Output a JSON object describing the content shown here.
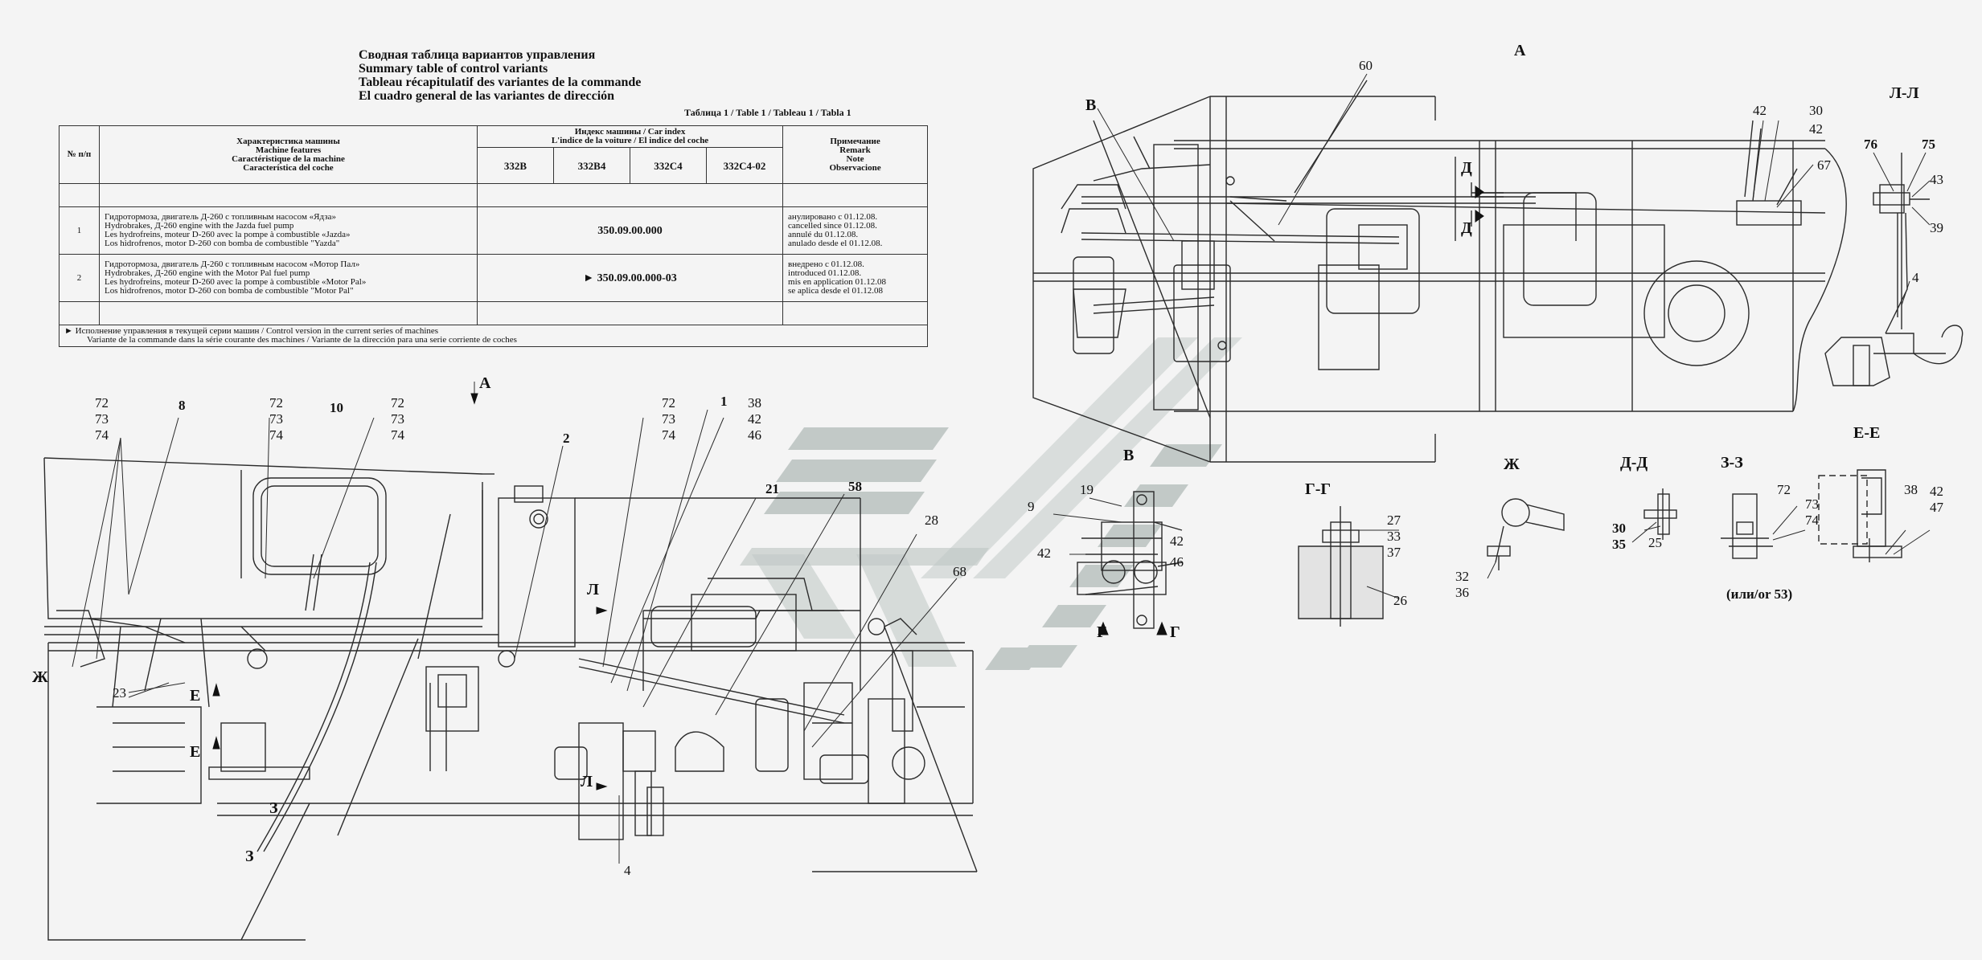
{
  "heading": {
    "ru": "Сводная таблица вариантов управления",
    "en": "Summary table of control variants",
    "fr": "Tableau récapitulatif des variantes de la commande",
    "es": "El cuadro general de las variantes de dirección"
  },
  "table_number": "Таблица 1 / Table 1 / Tableau 1 / Tabla 1",
  "table": {
    "col_no": "№ п/п",
    "col_features": [
      "Характеристика машины",
      "Machine features",
      "Caractéristique de la machine",
      "Característica del coche"
    ],
    "col_index": [
      "Индекс машины / Car index",
      "L'indice de la voiture / El indice del coche"
    ],
    "col_remark": [
      "Примечание",
      "Remark",
      "Note",
      "Observacione"
    ],
    "models": [
      "332В",
      "332В4",
      "332С4",
      "332С4-02"
    ],
    "rows": [
      {
        "no": "1",
        "features": [
          "Гидротормоза, двигатель Д-260 с топливным насосом «Ядза»",
          "Hydrobrakes, Д-260 engine with the Jazda fuel pump",
          "Les hydrofreins, moteur D-260 avec la pompe à combustible «Jazda»",
          "Los hidrofrenos, motor D-260 con bomba de combustible \"Yazda\""
        ],
        "index": "350.09.00.000",
        "remark": [
          "анулировано с  01.12.08.",
          "cancelled since 01.12.08.",
          "annulé du  01.12.08.",
          "anulado  desde el  01.12.08."
        ]
      },
      {
        "no": "2",
        "features": [
          "Гидротормоза, двигатель Д-260 с топливным насосом «Мотор Пал»",
          "Hydrobrakes, Д-260 engine with the Motor Pal fuel pump",
          "Les hydrofreins, moteur D-260 avec la pompe à combustible «Motor Pal»",
          "Los hidrofrenos, motor D-260 con bomba de combustible \"Motor Pal\""
        ],
        "index": "► 350.09.00.000-03",
        "remark": [
          "внедрено с  01.12.08.",
          "introduced 01.12.08.",
          "mis en application 01.12.08",
          "se aplica desde el 01.12.08"
        ]
      }
    ],
    "note": [
      "► Исполнение управления  в текущей серии машин  /  Control version in the current series of machines",
      "Variante de la commande dans la série courante des machines  /  Variante de la dirección para una serie corriente de coches"
    ]
  },
  "views": {
    "a_top": "А",
    "a_side": "А",
    "b_marker": "В",
    "b_view": "В",
    "dd_upper": "Д",
    "dd_lower": "Д",
    "ll": "Л-Л",
    "gg": "Г-Г",
    "zh": "Ж",
    "dd": "Д-Д",
    "zz": "З-З",
    "ee": "Е-Е",
    "l_upper": "Л",
    "l_lower": "Л",
    "g_left": "Г",
    "g_right": "Г",
    "e_upper": "Е",
    "e_lower": "Е",
    "z_upper": "З",
    "z_lower": "З",
    "zh_left": "Ж"
  },
  "callouts": {
    "c60": "60",
    "c42a": "42",
    "c30a": "30",
    "c42b": "42",
    "c67": "67",
    "c76": "76",
    "c75": "75",
    "c43": "43",
    "c39": "39",
    "c4a": "4",
    "s72a": [
      "72",
      "73",
      "74"
    ],
    "c8": "8",
    "s72b": [
      "72",
      "73",
      "74"
    ],
    "c10": "10",
    "s72c": [
      "72",
      "73",
      "74"
    ],
    "c2": "2",
    "s72d": [
      "72",
      "73",
      "74"
    ],
    "c1": "1",
    "s38": [
      "38",
      "42",
      "46"
    ],
    "c21": "21",
    "c58": "58",
    "c28": "28",
    "c68": "68",
    "c23": "23",
    "c4b": "4",
    "c19": "19",
    "c9": "9",
    "c42c": "42",
    "c42d": "42",
    "c46": "46",
    "s27": [
      "27",
      "33",
      "37"
    ],
    "c26": "26",
    "s32": [
      "32",
      "36"
    ],
    "s30": [
      "30",
      "35"
    ],
    "c25": "25",
    "c72e": "72",
    "s73": [
      "73",
      "74"
    ],
    "or53": "(или/or  53)",
    "c38": "38",
    "s42": [
      "42",
      "47"
    ]
  },
  "watermark_color": "#9aa7a4"
}
